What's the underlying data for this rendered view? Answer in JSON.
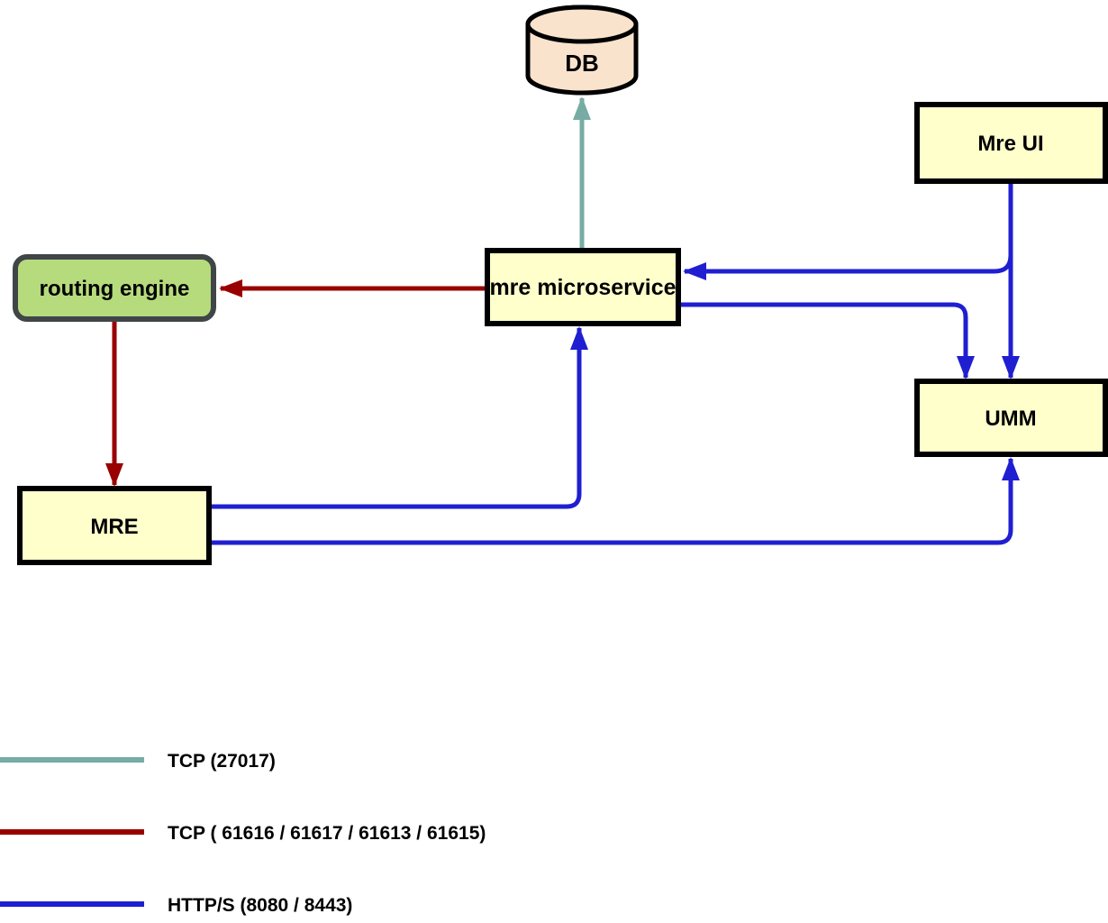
{
  "diagram": {
    "nodes": {
      "db": {
        "label": "DB",
        "shape": "cylinder",
        "fill": "#fae3cc",
        "border": "#000000"
      },
      "mre_ui": {
        "label": "Mre UI",
        "shape": "rect",
        "fill": "#ffffcc",
        "border": "#000000"
      },
      "routing_engine": {
        "label": "routing engine",
        "shape": "rounded-rect",
        "fill": "#b6db7d",
        "border": "#404548"
      },
      "mre_microservice": {
        "label": "mre microservice",
        "shape": "rect",
        "fill": "#ffffcc",
        "border": "#000000"
      },
      "umm": {
        "label": "UMM",
        "shape": "rect",
        "fill": "#ffffcc",
        "border": "#000000"
      },
      "mre": {
        "label": "MRE",
        "shape": "rect",
        "fill": "#ffffcc",
        "border": "#000000"
      }
    },
    "connections": [
      {
        "from": "mre microservice",
        "to": "DB",
        "protocol": "TCP (27017)",
        "color": "#76aca4"
      },
      {
        "from": "mre microservice",
        "to": "routing engine",
        "protocol": "TCP ( 61616 / 61617 / 61613 / 61615)",
        "color": "#990000"
      },
      {
        "from": "routing engine",
        "to": "MRE",
        "protocol": "TCP ( 61616 / 61617 / 61613 / 61615)",
        "color": "#990000"
      },
      {
        "from": "Mre UI",
        "to": "mre microservice",
        "protocol": "HTTP/S (8080 / 8443)",
        "color": "#1f1fd1"
      },
      {
        "from": "Mre UI",
        "to": "UMM",
        "protocol": "HTTP/S (8080 / 8443)",
        "color": "#1f1fd1"
      },
      {
        "from": "mre microservice",
        "to": "UMM",
        "protocol": "HTTP/S (8080 / 8443)",
        "color": "#1f1fd1"
      },
      {
        "from": "MRE",
        "to": "mre microservice",
        "protocol": "HTTP/S (8080 / 8443)",
        "color": "#1f1fd1"
      },
      {
        "from": "MRE",
        "to": "UMM",
        "protocol": "HTTP/S (8080 / 8443)",
        "color": "#1f1fd1"
      }
    ],
    "legend": [
      {
        "label": "TCP (27017)",
        "color": "#76aca4"
      },
      {
        "label": "TCP ( 61616 / 61617 / 61613 / 61615)",
        "color": "#990000"
      },
      {
        "label": "HTTP/S (8080 / 8443)",
        "color": "#1f1fd1"
      }
    ]
  }
}
